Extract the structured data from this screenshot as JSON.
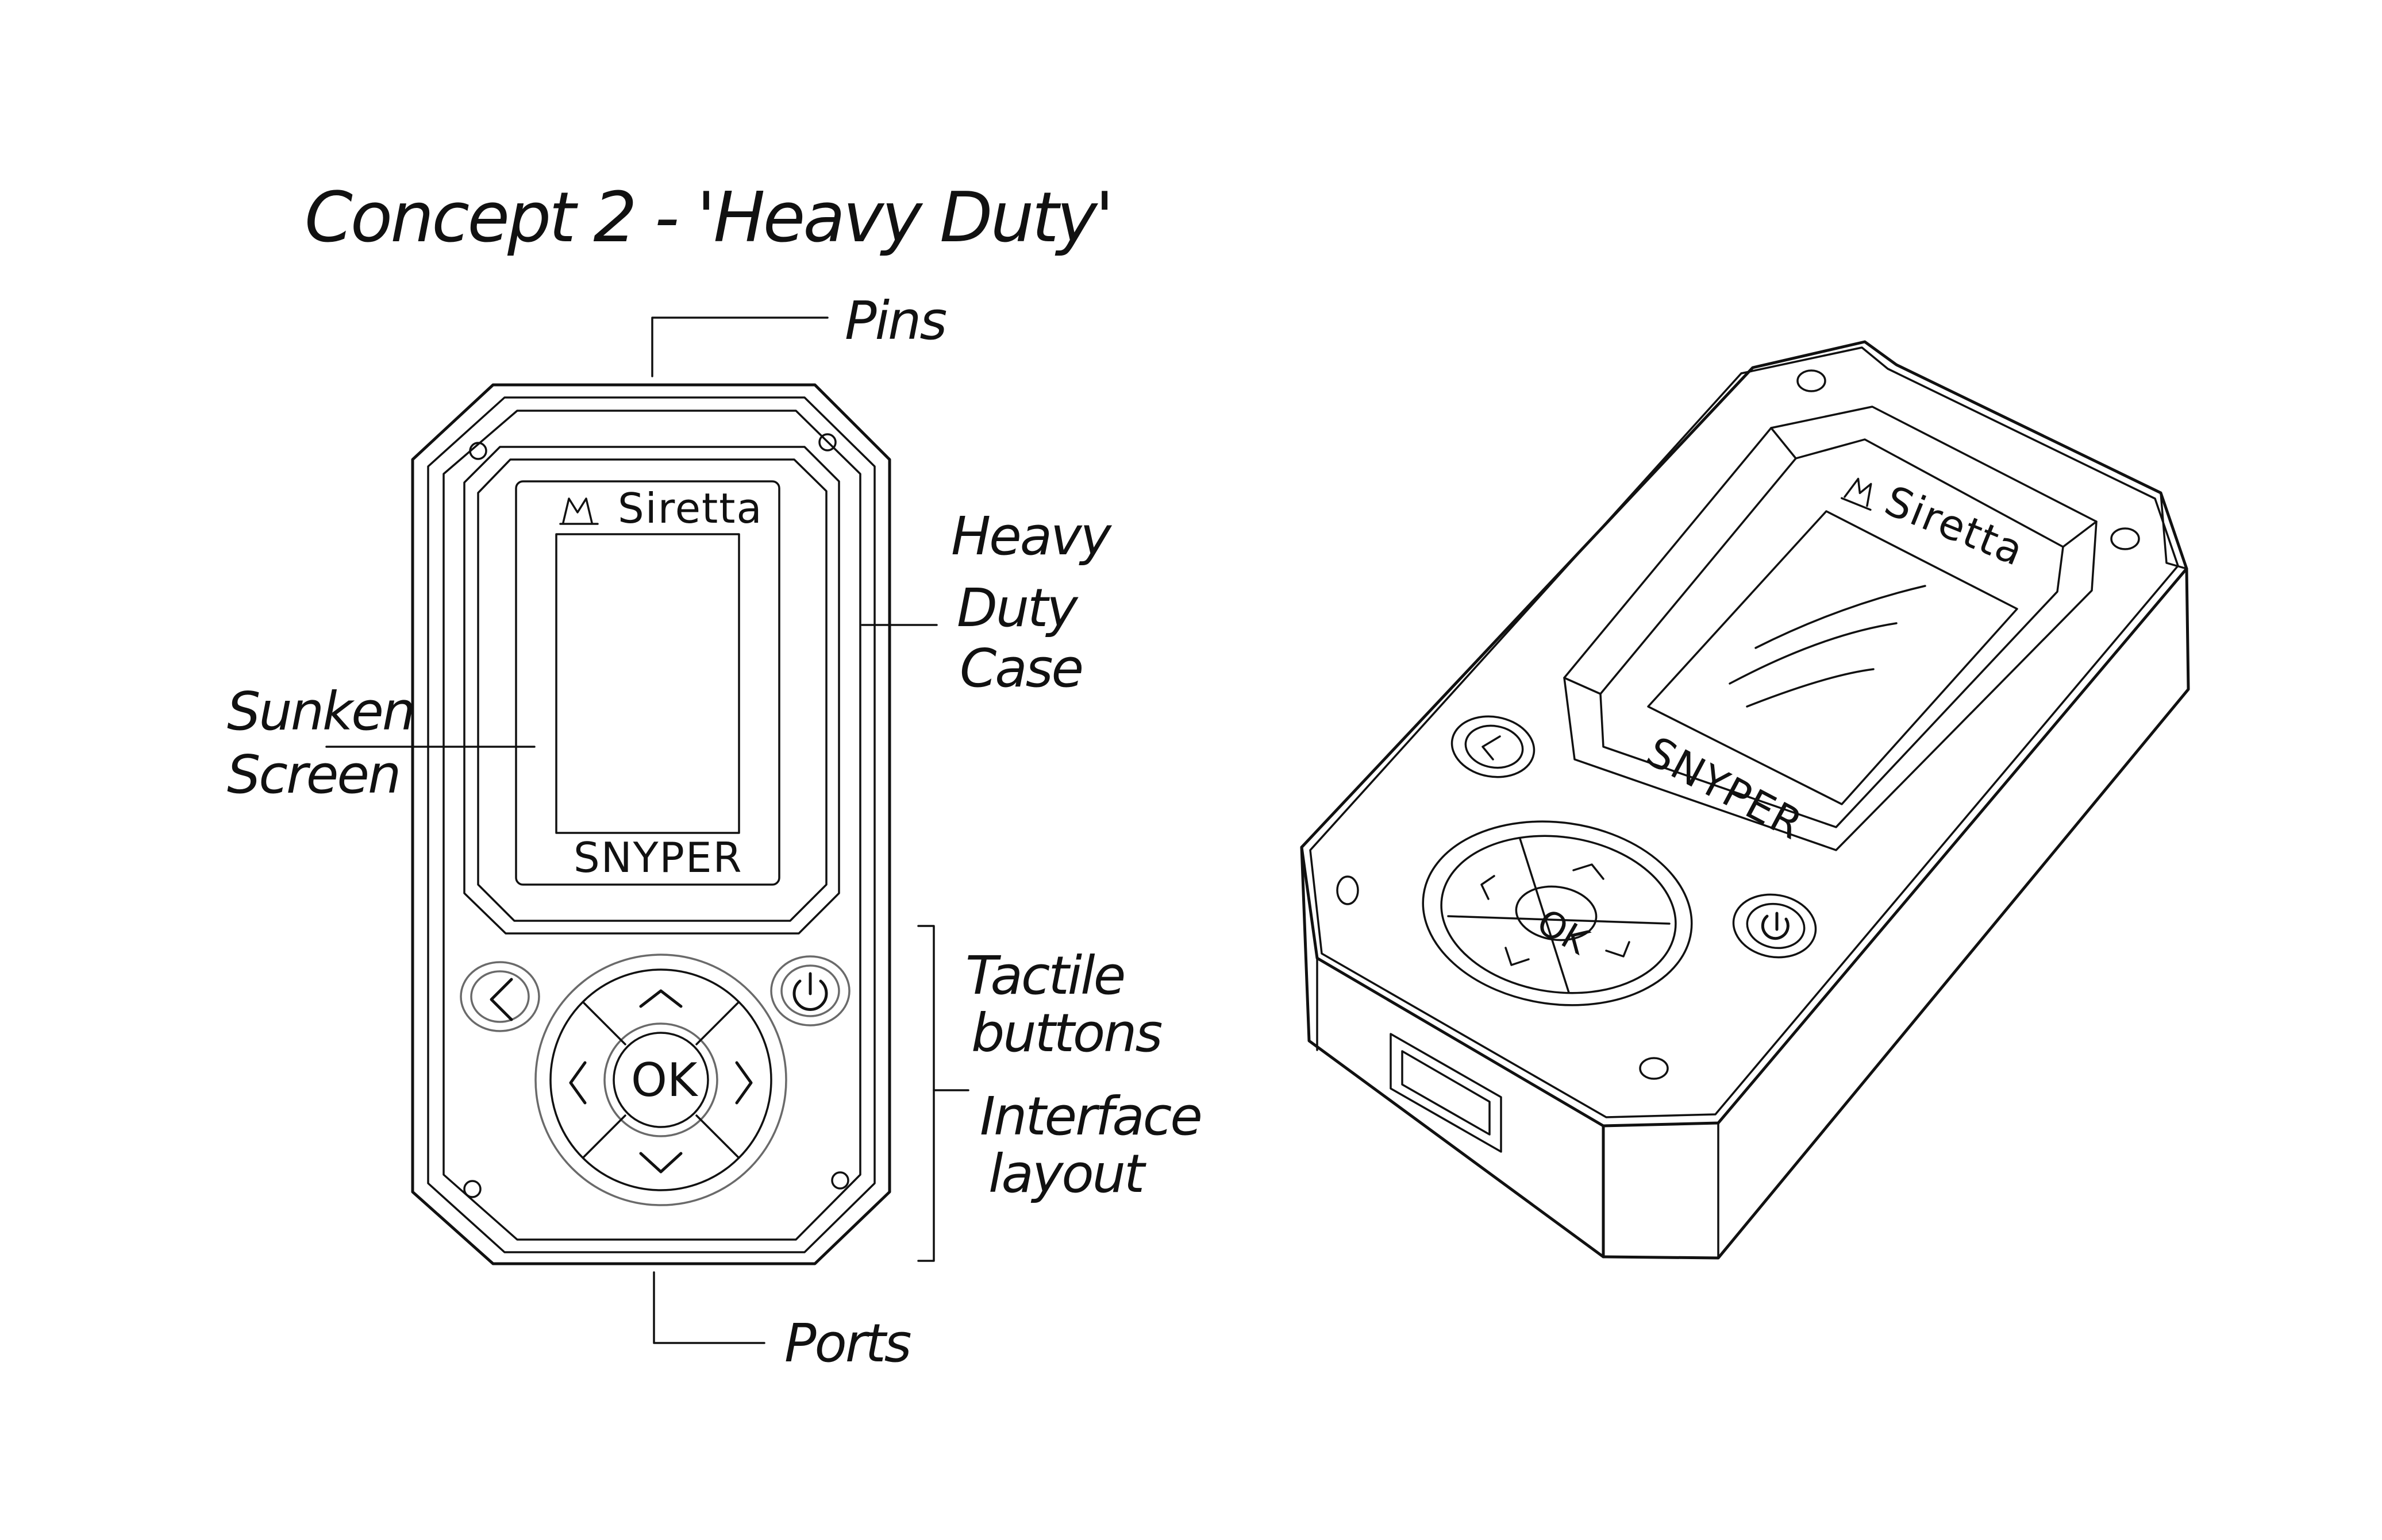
{
  "title": "Concept 2 - 'Heavy Duty'",
  "labels": {
    "pins": "Pins",
    "heavy_duty_case": [
      "Heavy",
      "Duty",
      "Case"
    ],
    "sunken_screen": [
      "Sunken",
      "Screen"
    ],
    "tactile_buttons": [
      "Tactile",
      "buttons"
    ],
    "interface_layout": [
      "Interface",
      "layout"
    ],
    "ports": "Ports"
  },
  "device": {
    "brand": "Siretta",
    "model": "SNYPER",
    "ok_button": "OK",
    "left_button_glyph": "<",
    "power_glyph": "⏻",
    "dpad_glyphs": {
      "up": "^",
      "down": "v",
      "left": "<",
      "right": ">"
    }
  }
}
